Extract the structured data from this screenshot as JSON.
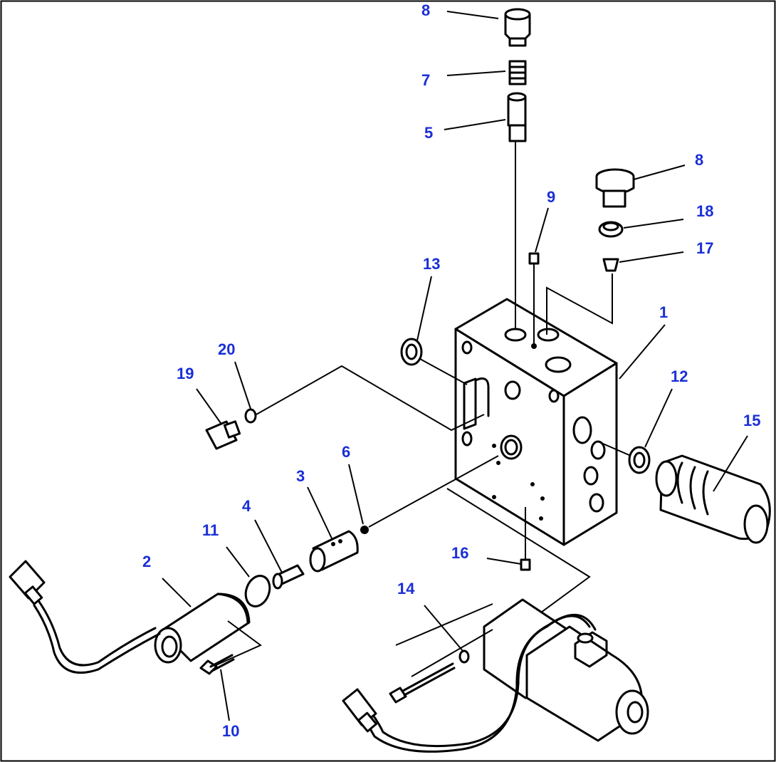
{
  "diagram": {
    "callouts": {
      "c8a": "8",
      "c7": "7",
      "c5": "5",
      "c8b": "8",
      "c9": "9",
      "c18": "18",
      "c17": "17",
      "c13": "13",
      "c1": "1",
      "c20": "20",
      "c19": "19",
      "c12": "12",
      "c15": "15",
      "c6": "6",
      "c3": "3",
      "c4": "4",
      "c11": "11",
      "c2": "2",
      "c16": "16",
      "c14": "14",
      "c10": "10"
    },
    "colors": {
      "callout": "#1a2fd6",
      "line": "#000000",
      "background": "#ffffff"
    }
  }
}
